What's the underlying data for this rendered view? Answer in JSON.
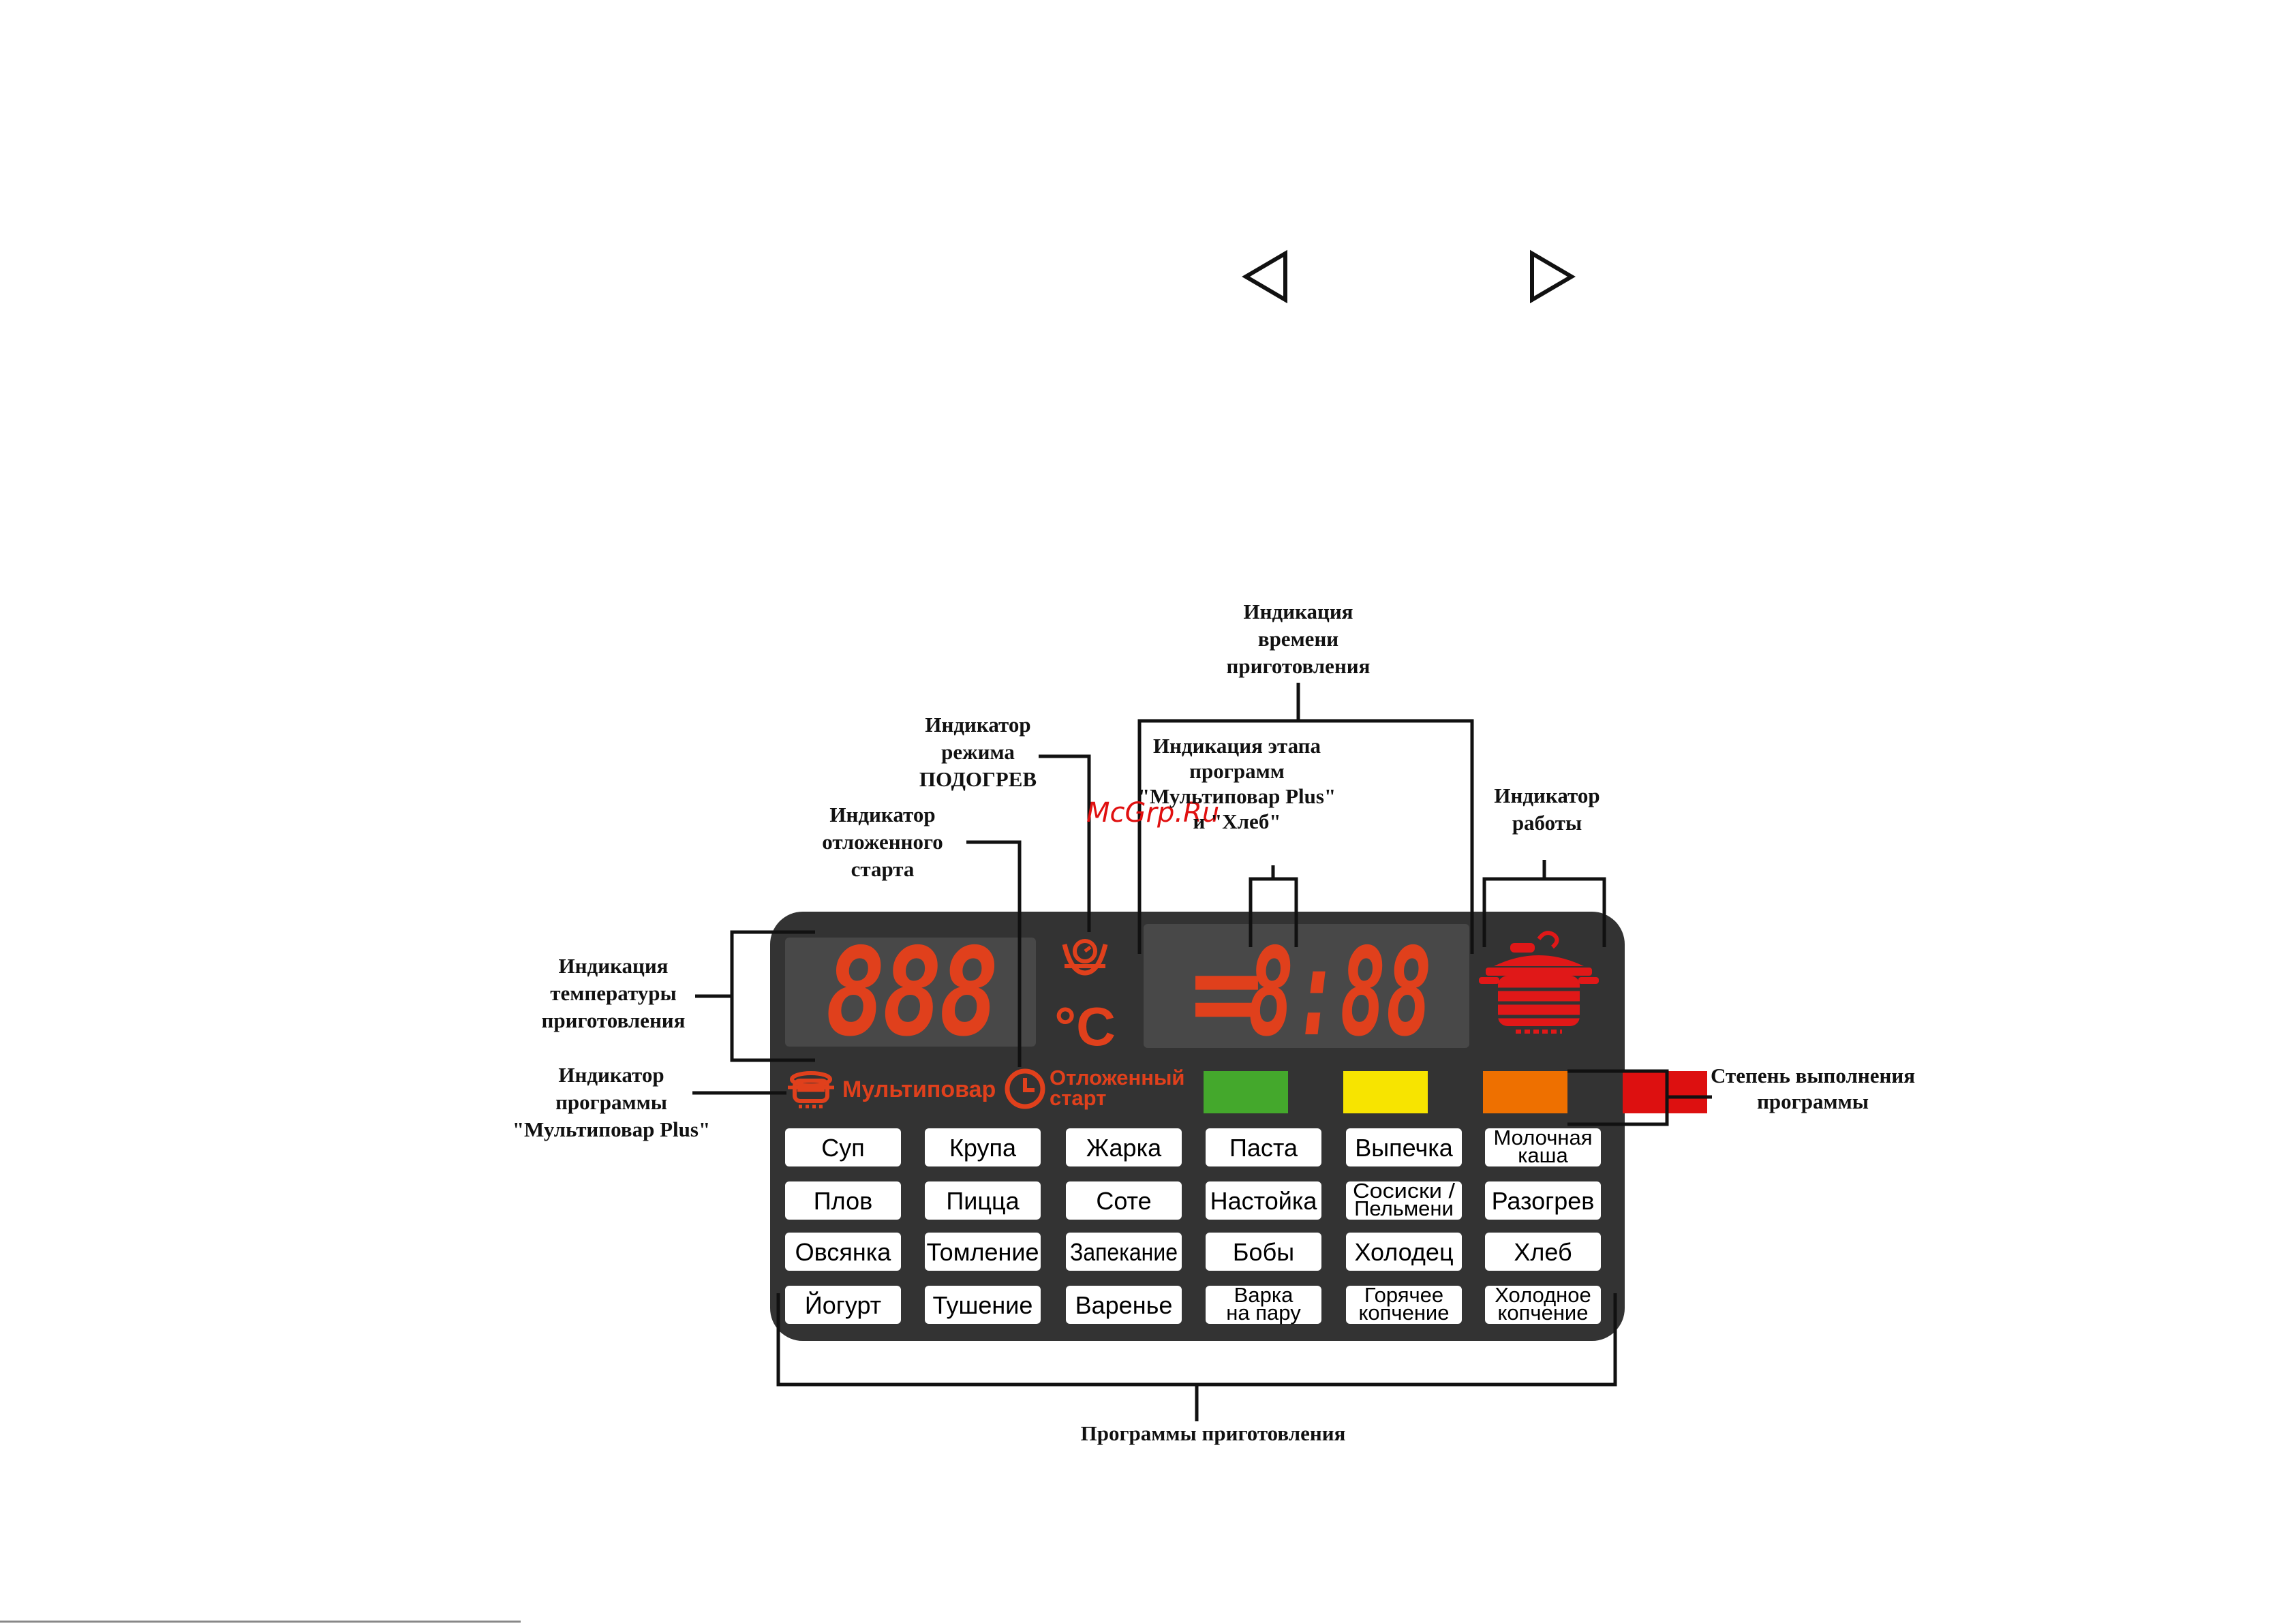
{
  "nav": {
    "prev_icon": "triangle-left-icon",
    "next_icon": "triangle-right-icon"
  },
  "watermark": "McGrp.Ru",
  "callouts": {
    "cook_time": "Индикация\nвремени\nприготовления",
    "keep_warm": "Индикатор\nрежима\nПОДОГРЕВ",
    "stage": "Индикация этапа\nпрограмм\n\"Мультиповар Plus\"\nи \"Хлеб\"",
    "delayed_start": "Индикатор\nотложенного\nстарта",
    "work": "Индикатор\nработы",
    "temperature": "Индикация\nтемпературы\nприготовления",
    "multicook_program": "Индикатор\nпрограммы\n\"Мультиповар Plus\"",
    "progress": "Степень выполнения\nпрограммы",
    "programs": "Программы приготовления"
  },
  "display": {
    "temp_digits": "888",
    "celsius": "°C",
    "time_digits": "8:88",
    "stage_mark": "=",
    "multicook_label": "Мультиповар",
    "delay_label_1": "Отложенный",
    "delay_label_2": "старт"
  },
  "progress_colors": [
    "#44a82c",
    "#f7e400",
    "#ee7000",
    "#dd1010"
  ],
  "programs": [
    [
      "Суп",
      "Крупа",
      "Жарка",
      "Паста",
      "Выпечка",
      "Молочная\nкаша"
    ],
    [
      "Плов",
      "Пицца",
      "Соте",
      "Настойка",
      "Сосиски /\nПельмени",
      "Разогрев"
    ],
    [
      "Овсянка",
      "Томление",
      "Запекание",
      "Бобы",
      "Холодец",
      "Хлеб"
    ],
    [
      "Йогурт",
      "Тушение",
      "Варенье",
      "Варка\nна пару",
      "Горячее\nкопчение",
      "Холодное\nкопчение"
    ]
  ],
  "colors": {
    "panel": "#333333",
    "screen": "#484848",
    "accent": "#e0401c"
  }
}
